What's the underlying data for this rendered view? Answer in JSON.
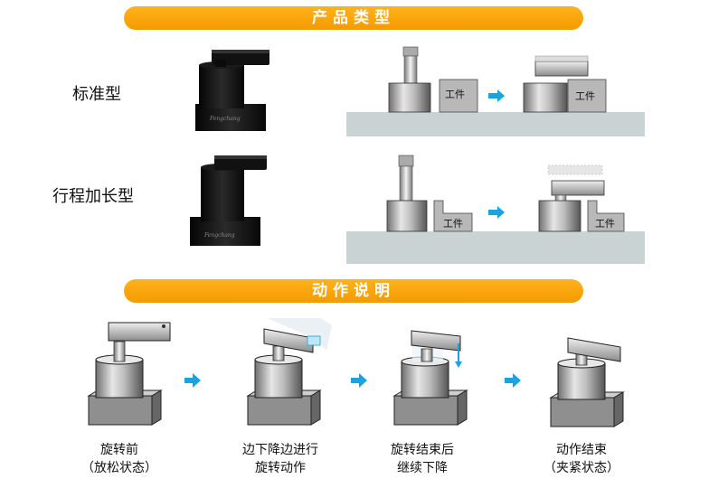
{
  "sections": {
    "types_title": "产品类型",
    "action_title": "动作说明"
  },
  "types": {
    "standard_label": "标准型",
    "extended_label": "行程加长型",
    "workpiece_label": "工件"
  },
  "steps": [
    {
      "line1": "旋转前",
      "line2": "（放松状态）"
    },
    {
      "line1": "边下降边进行",
      "line2": "旋转动作"
    },
    {
      "line1": "旋转结束后",
      "line2": "继续下降"
    },
    {
      "line1": "动作结束",
      "line2": "（夹紧状态）"
    }
  ],
  "colors": {
    "banner": "#f7a300",
    "arrow": "#1aa3df",
    "base": "#c9d3d3"
  }
}
